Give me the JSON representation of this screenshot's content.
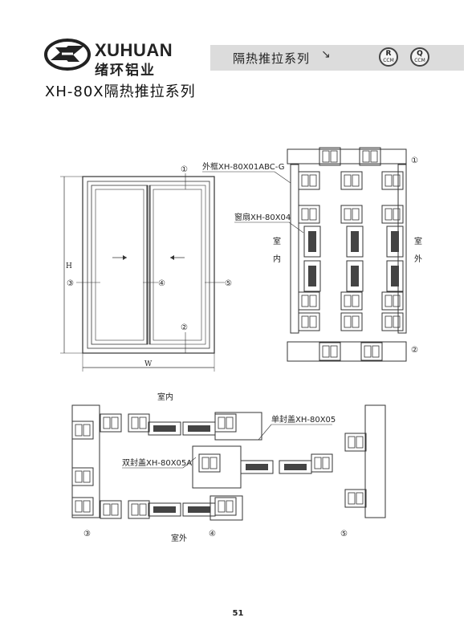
{
  "header": {
    "brand_en": "XUHUAN",
    "brand_cn": "绪环铝业",
    "series_label": "隔热推拉系列",
    "series_arrow": "↘",
    "cert1_letter": "R",
    "cert1_sub": "CCM",
    "cert2_letter": "Q",
    "cert2_sub": "CCM"
  },
  "title": "XH-80X隔热推拉系列",
  "elevation": {
    "height_label": "H",
    "width_label": "W",
    "marker_1": "①",
    "marker_2": "②",
    "marker_3": "③",
    "marker_4": "④",
    "marker_5": "⑤"
  },
  "vertical_section": {
    "frame_label": "外框XH-80X01ABC-G",
    "sash_label": "窗扇XH-80X04",
    "indoor_1": "室",
    "indoor_2": "内",
    "outdoor_1": "室",
    "outdoor_2": "外",
    "marker_1": "①",
    "marker_2": "②"
  },
  "horizontal_section": {
    "indoor": "室内",
    "outdoor": "室外",
    "single_cover": "单封盖XH-80X05",
    "double_cover": "双封盖XH-80X05A",
    "marker_3": "③",
    "marker_4": "④",
    "marker_5": "⑤"
  },
  "page_number": "51",
  "colors": {
    "bar": "#dcdcdc",
    "line": "#333333",
    "glass_core": "#444444"
  }
}
